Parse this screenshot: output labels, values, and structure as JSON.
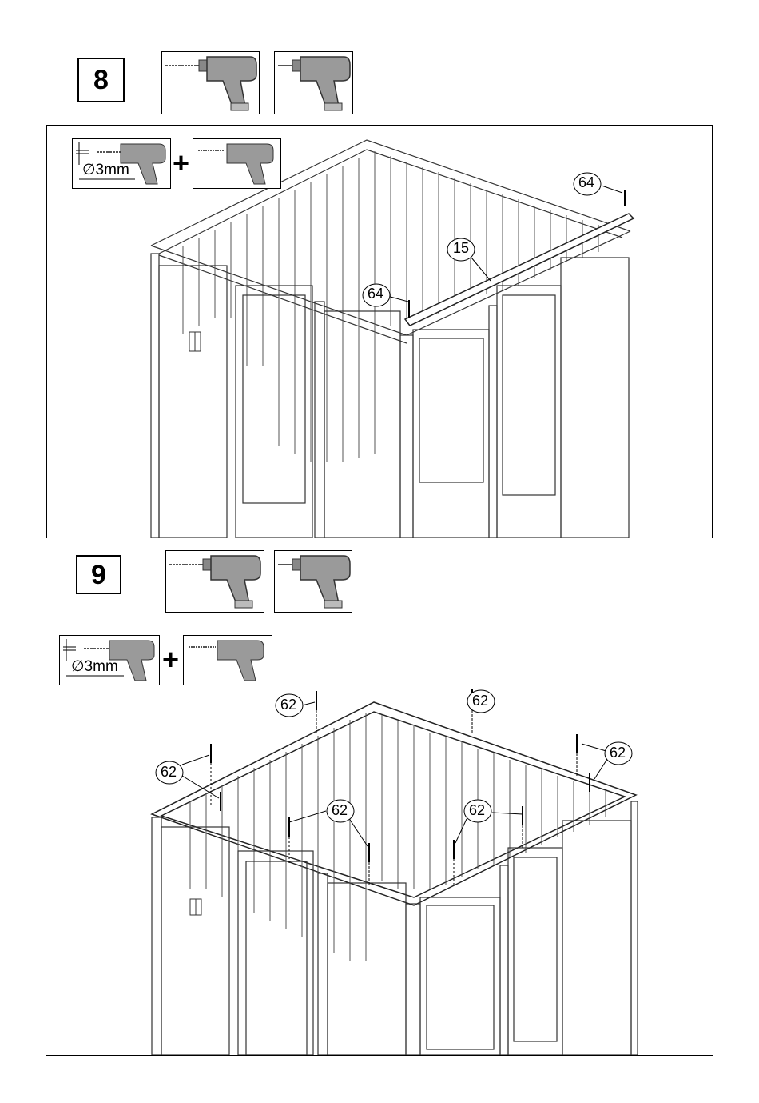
{
  "steps": [
    {
      "number": "8",
      "drill_spec": "∅3mm",
      "plus": "+",
      "callouts": {
        "top_right": "64",
        "rail": "15",
        "corner": "64"
      }
    },
    {
      "number": "9",
      "drill_spec": "∅3mm",
      "plus": "+",
      "callouts": {
        "a": "62",
        "b": "62",
        "c": "62",
        "d": "62",
        "e": "62",
        "f": "62"
      }
    }
  ],
  "icons": [
    "drill-icon",
    "screwdriver-drill-icon"
  ]
}
